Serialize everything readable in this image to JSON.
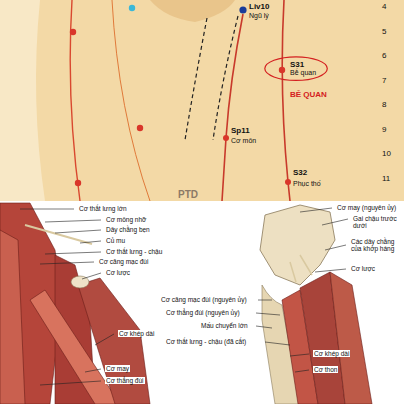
{
  "diagram": {
    "nodes": [
      {
        "text": [
          "S31",
          "Bễ quan"
        ]
      }
    ],
    "labels": [
      "4",
      "5",
      "6",
      "7",
      "8",
      "9",
      "10",
      "11",
      "Liv10",
      "Ngũ lý",
      "BỄ QUAN",
      "Sp11",
      "Cơ môn",
      "S32",
      "Phục thố",
      "PTD",
      "Cơ thắt lưng lớn",
      "Cơ mông nhỡ",
      "Dây chằng bẹn",
      "Củ mu",
      "Cơ thắt lưng - chậu",
      "Cơ căng mạc đùi",
      "Cơ lược",
      "Cơ khép dài",
      "Cơ may",
      "Cơ thẳng đùi",
      "Cơ may (nguyên ủy)",
      "Gai chậu trước dưới",
      "Các dây chằng của khớp háng",
      "Cơ lược",
      "Cơ căng mạc đùi (nguyên ủy)",
      "Cơ thẳng đùi (nguyên ủy)",
      "Mấu chuyển lớn",
      "Cơ thắt lưng - chậu (đã cắt)",
      "Cơ khép dài",
      "Cơ thon"
    ]
  }
}
